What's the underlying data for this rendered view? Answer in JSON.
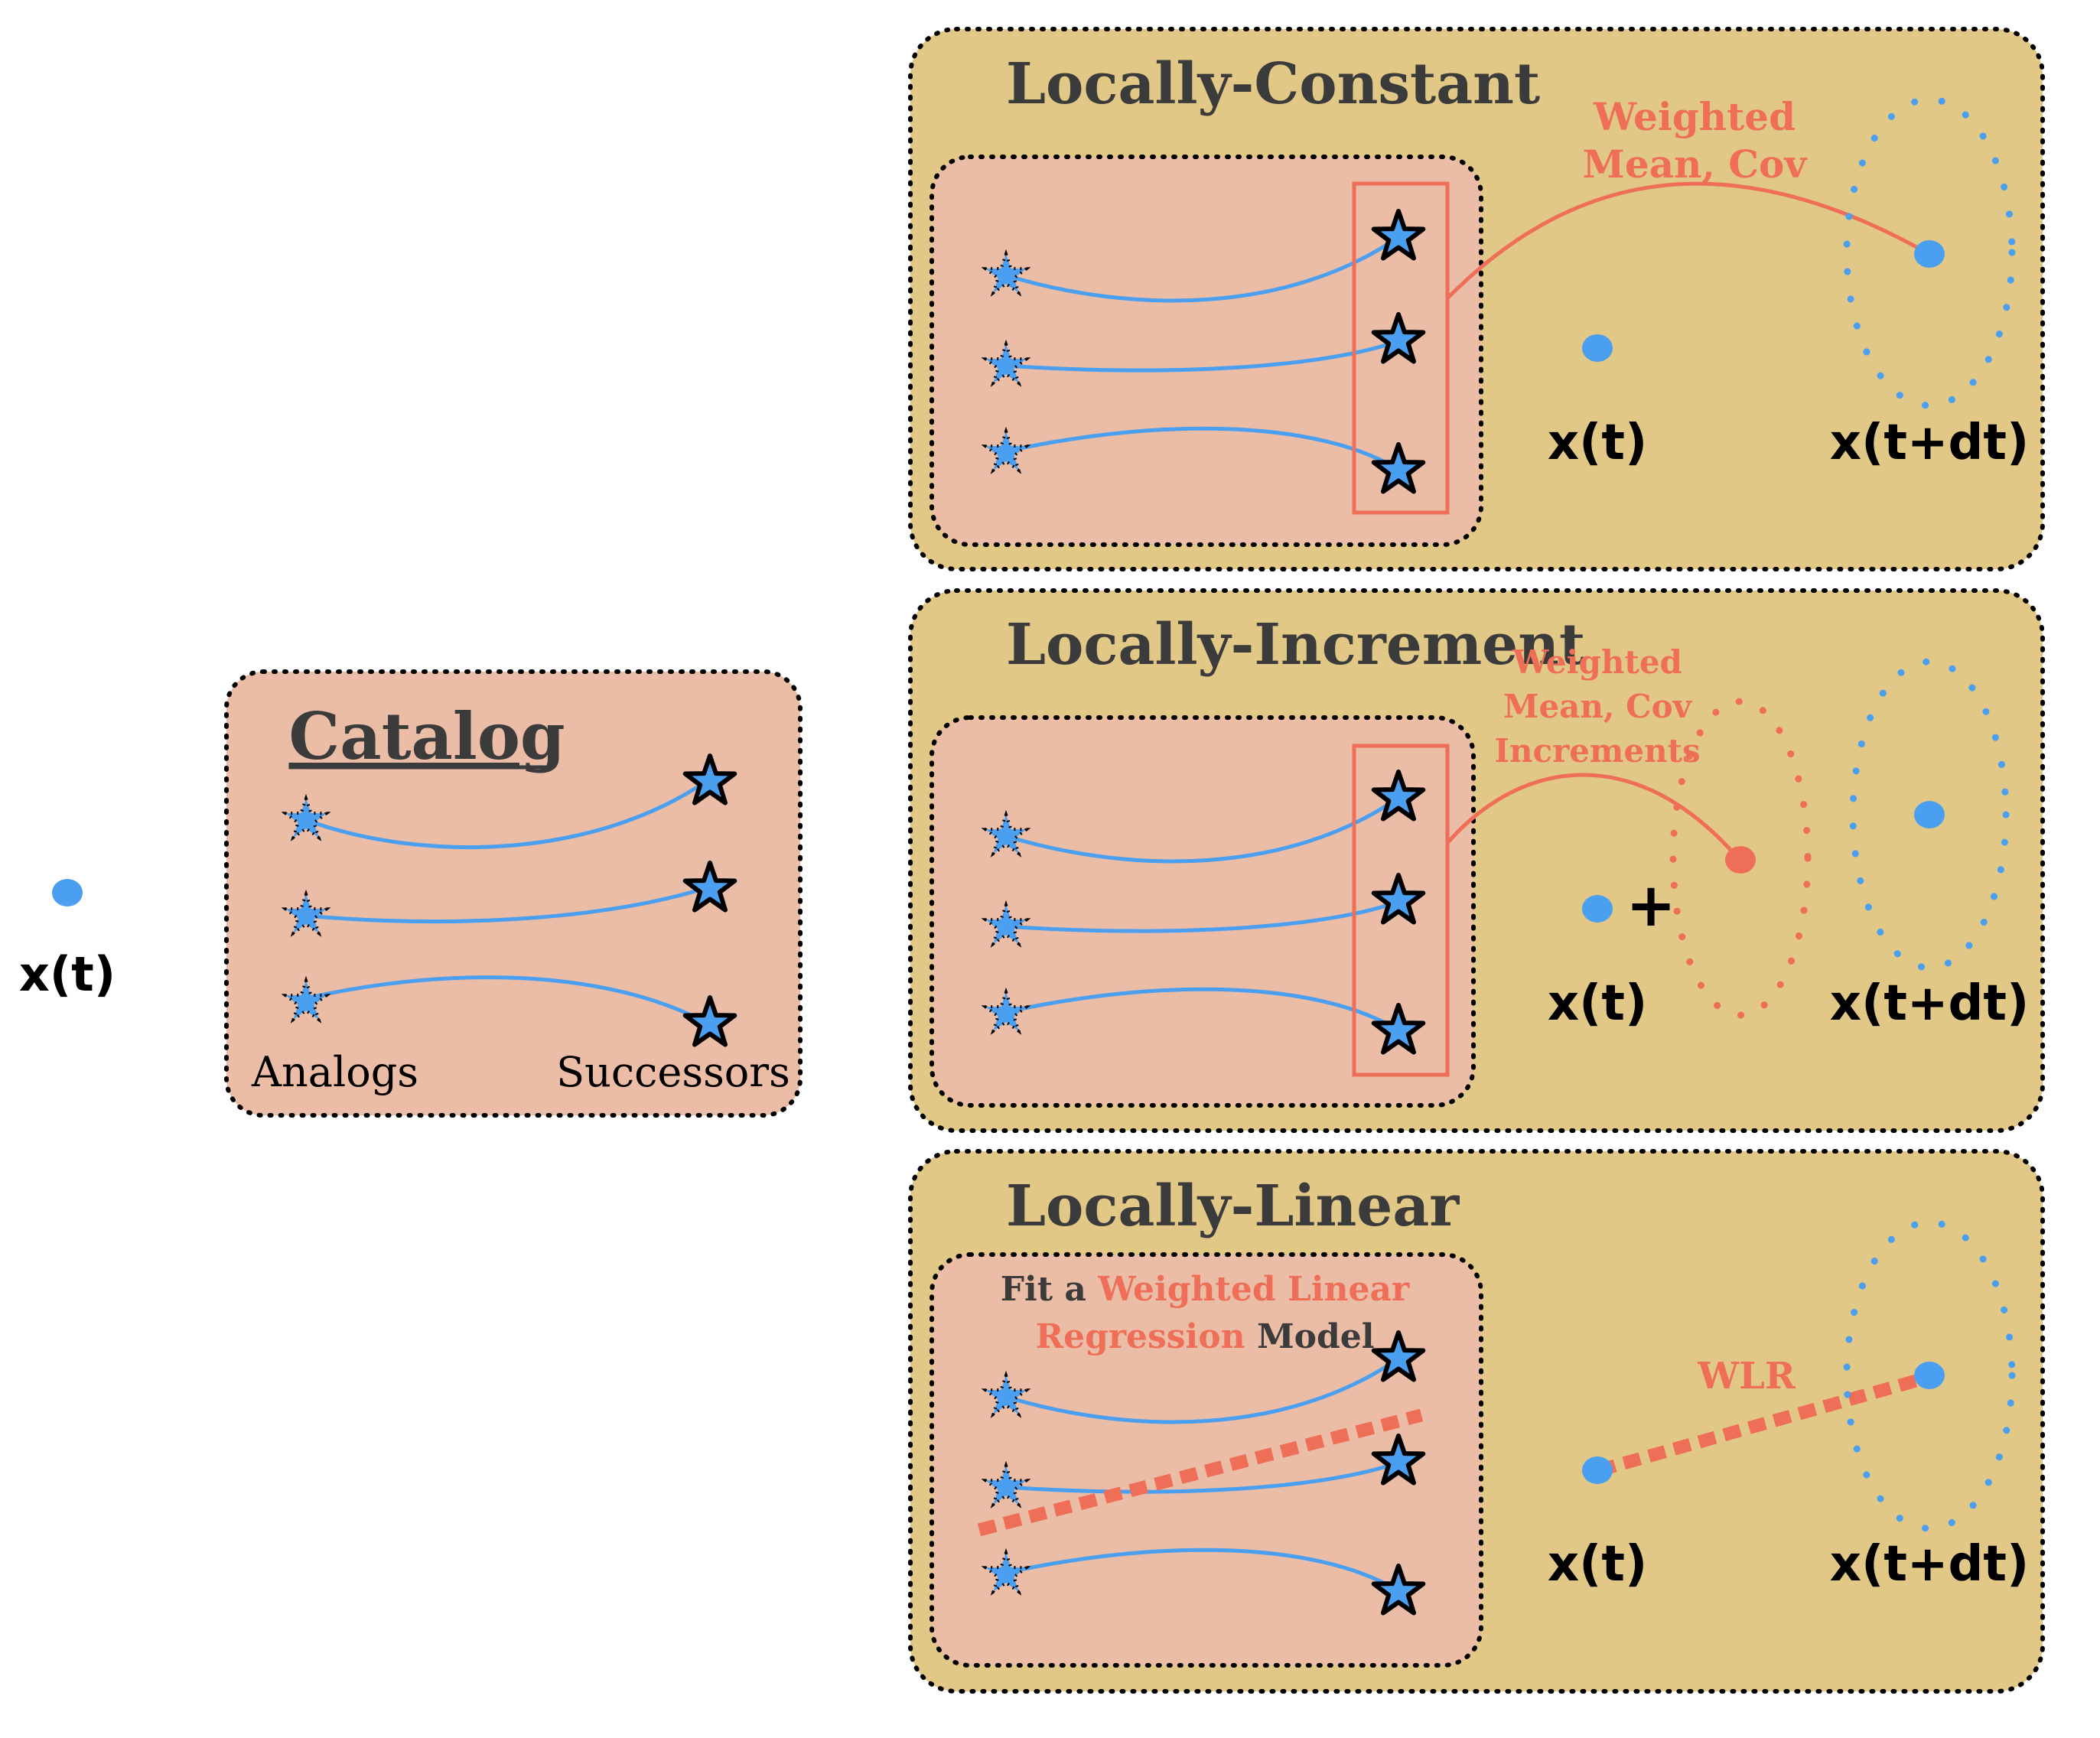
{
  "input": {
    "label": "x(t)"
  },
  "catalog": {
    "title": "Catalog",
    "analogs_label": "Analogs",
    "successors_label": "Successors"
  },
  "panels": {
    "constant": {
      "title": "Locally-Constant",
      "annotation_line1": "Weighted",
      "annotation_line2": "Mean, Cov",
      "xt_label": "x(t)",
      "xtdt_label": "x(t+dt)"
    },
    "increment": {
      "title": "Locally-Increment",
      "annotation_line1": "Weighted",
      "annotation_line2": "Mean, Cov",
      "annotation_line3": "Increments",
      "plus": "+",
      "xt_label": "x(t)",
      "xtdt_label": "x(t+dt)"
    },
    "linear": {
      "title": "Locally-Linear",
      "fit_part1": "Fit a ",
      "fit_part2": "Weighted Linear",
      "fit_part3": "Regression",
      "fit_part4": " Model",
      "wlr_label": "WLR",
      "xt_label": "x(t)",
      "xtdt_label": "x(t+dt)"
    }
  },
  "colors": {
    "blue": "#4a9ff0",
    "coral": "#ee6e58",
    "salmon_fill": "#ebbda7",
    "gold_fill": "#e2c886",
    "dark_text": "#3b3b3b",
    "black": "#000000"
  }
}
